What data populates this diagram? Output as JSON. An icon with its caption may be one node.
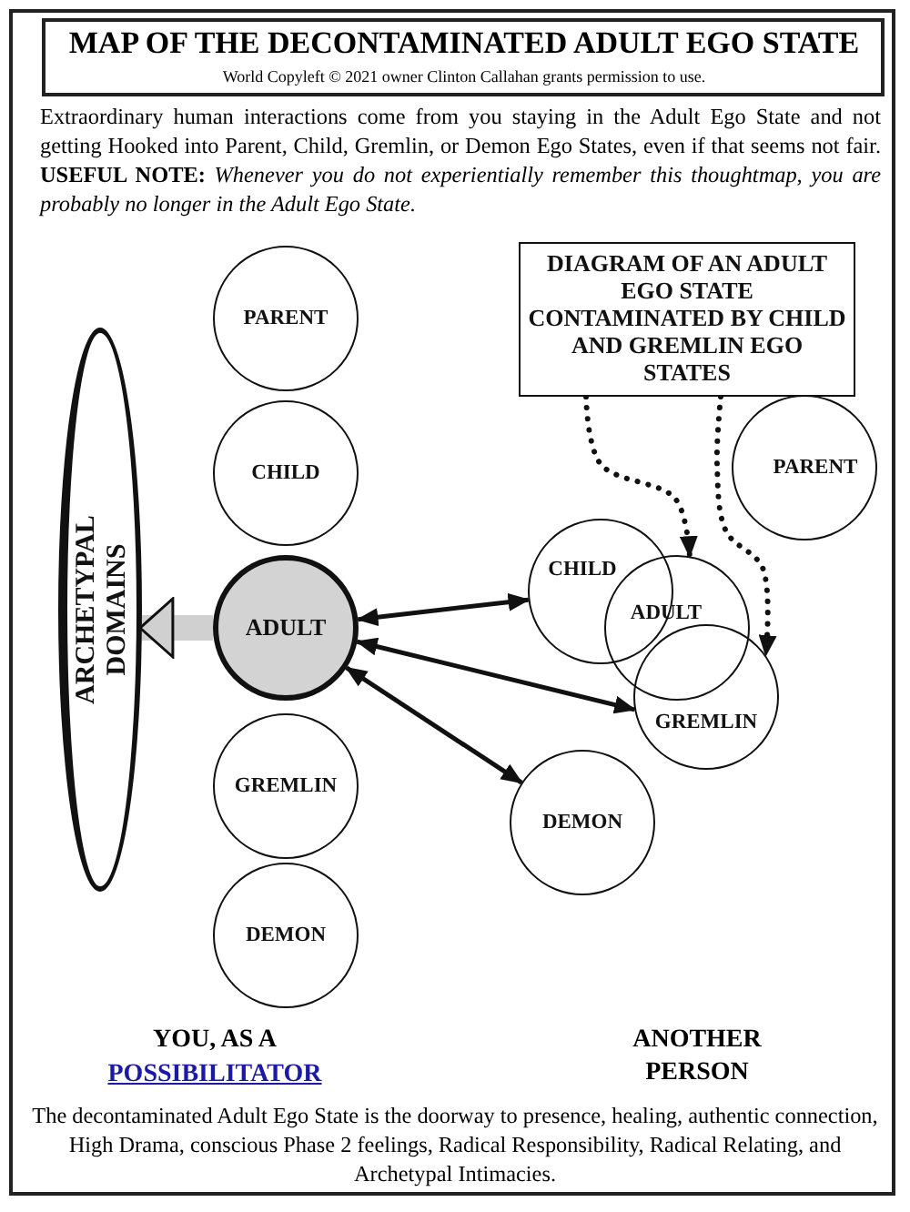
{
  "diagram": {
    "title": "MAP OF THE DECONTAMINATED ADULT EGO STATE",
    "caption": "The decontaminated Adult Ego State is the doorway to presence, healing, authentic connection, High Drama, conscious Phase 2 feelings, Radical Responsibility, Radical Relating, and Archetypal Intimacies.",
    "nodes": [
      {
        "text": [
          "ARCHETYPAL DOMAINS"
        ]
      },
      {
        "text": [
          "PARENT"
        ]
      },
      {
        "text": [
          "CHILD"
        ]
      },
      {
        "text": [
          "ADULT"
        ]
      },
      {
        "text": [
          "GREMLIN"
        ]
      },
      {
        "text": [
          "DEMON"
        ]
      },
      {
        "text": [
          "DIAGRAM OF AN ADULT EGO STATE CONTAMINATED BY CHILD AND GREMLIN EGO STATES"
        ]
      },
      {
        "text": [
          "PARENT"
        ]
      },
      {
        "text": [
          "CHILD"
        ]
      },
      {
        "text": [
          "ADULT"
        ]
      },
      {
        "text": [
          "GREMLIN"
        ]
      },
      {
        "text": [
          "DEMON"
        ]
      }
    ],
    "edges": [
      {
        "from": 3,
        "to": 0,
        "arrow": "to",
        "style": "thick",
        "color": "#d0d0d0"
      },
      {
        "from": 3,
        "to": 8,
        "arrow": "both"
      },
      {
        "from": 3,
        "to": 10,
        "arrow": "both"
      },
      {
        "from": 3,
        "to": 11,
        "arrow": "both"
      },
      {
        "from": 6,
        "to": 9,
        "arrow": "to",
        "style": "dashed"
      },
      {
        "from": 6,
        "to": 10,
        "arrow": "to",
        "style": "dashed"
      }
    ],
    "labels": [
      "World Copyleft © 2021 owner Clinton Callahan grants permission to use.",
      "Extraordinary human interactions come from you staying in the Adult Ego State and not getting Hooked into Parent, Child, Gremlin, or Demon Ego States, even if that seems not fair. **USEFUL NOTE:** *Whenever you do not experientially remember this thoughtmap, you are probably no longer in the Adult Ego State.*",
      "YOU, AS A",
      "POSSIBILITATOR",
      "ANOTHER PERSON"
    ]
  }
}
